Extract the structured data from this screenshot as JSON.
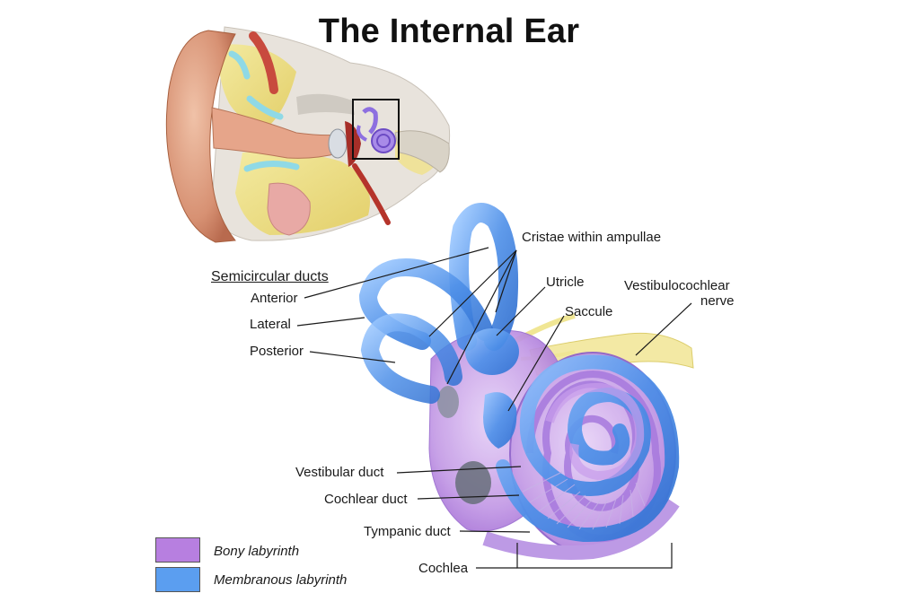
{
  "title": "The Internal Ear",
  "labels": {
    "semicircular_ducts": "Semicircular ducts",
    "anterior": "Anterior",
    "lateral": "Lateral",
    "posterior": "Posterior",
    "cristae": "Cristae within ampullae",
    "utricle": "Utricle",
    "saccule": "Saccule",
    "vestibulocochlear_1": "Vestibulocochlear",
    "vestibulocochlear_2": "nerve",
    "vestibular_duct": "Vestibular duct",
    "cochlear_duct": "Cochlear duct",
    "tympanic_duct": "Tympanic duct",
    "cochlea": "Cochlea"
  },
  "legend": [
    {
      "label": "Bony labyrinth",
      "color": "#b77fe0"
    },
    {
      "label": "Membranous labyrinth",
      "color": "#5b9ef0"
    }
  ],
  "colors": {
    "bony": "#b77fe0",
    "membranous": "#5b9ef0",
    "nerve": "#efe48a",
    "skin": "#d9967a"
  }
}
